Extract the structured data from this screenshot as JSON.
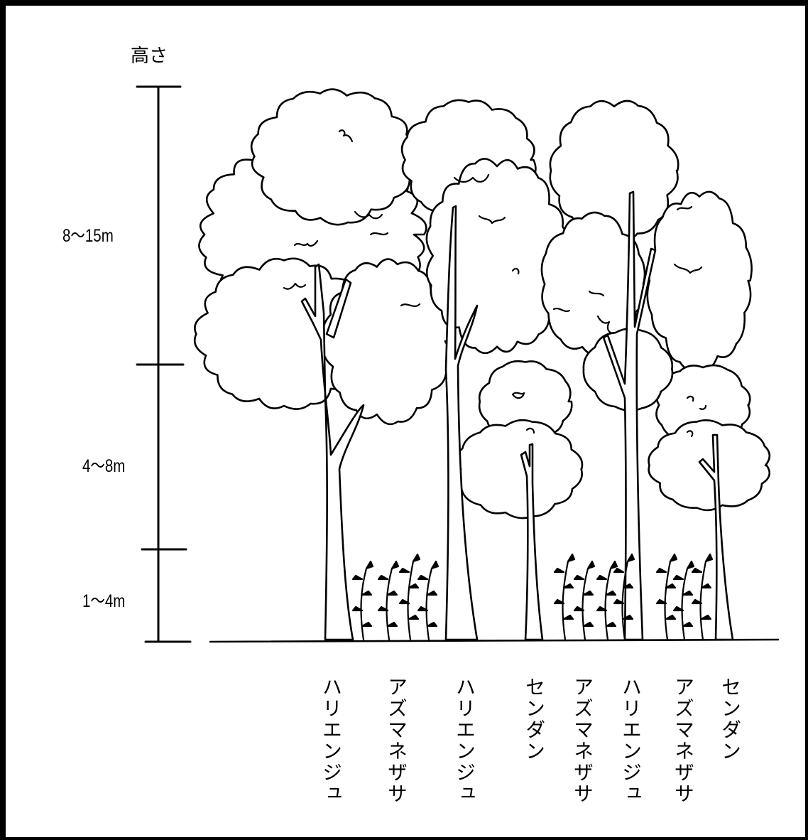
{
  "height_axis": {
    "title": "高さ",
    "ranges": [
      "8〜15m",
      "4〜8m",
      "1〜4m"
    ]
  },
  "species": [
    "ハリエンジュ",
    "アズマネザサ",
    "ハリエンジュ",
    "センダン",
    "アズマネザサ",
    "ハリエンジュ",
    "アズマネザサ",
    "センダン"
  ],
  "colors": {
    "line": "#000000",
    "background": "#ffffff"
  },
  "icons": {
    "trees": "tree-crown-outline-icon",
    "bamboo": "bamboo-grass-sprig-icon"
  }
}
